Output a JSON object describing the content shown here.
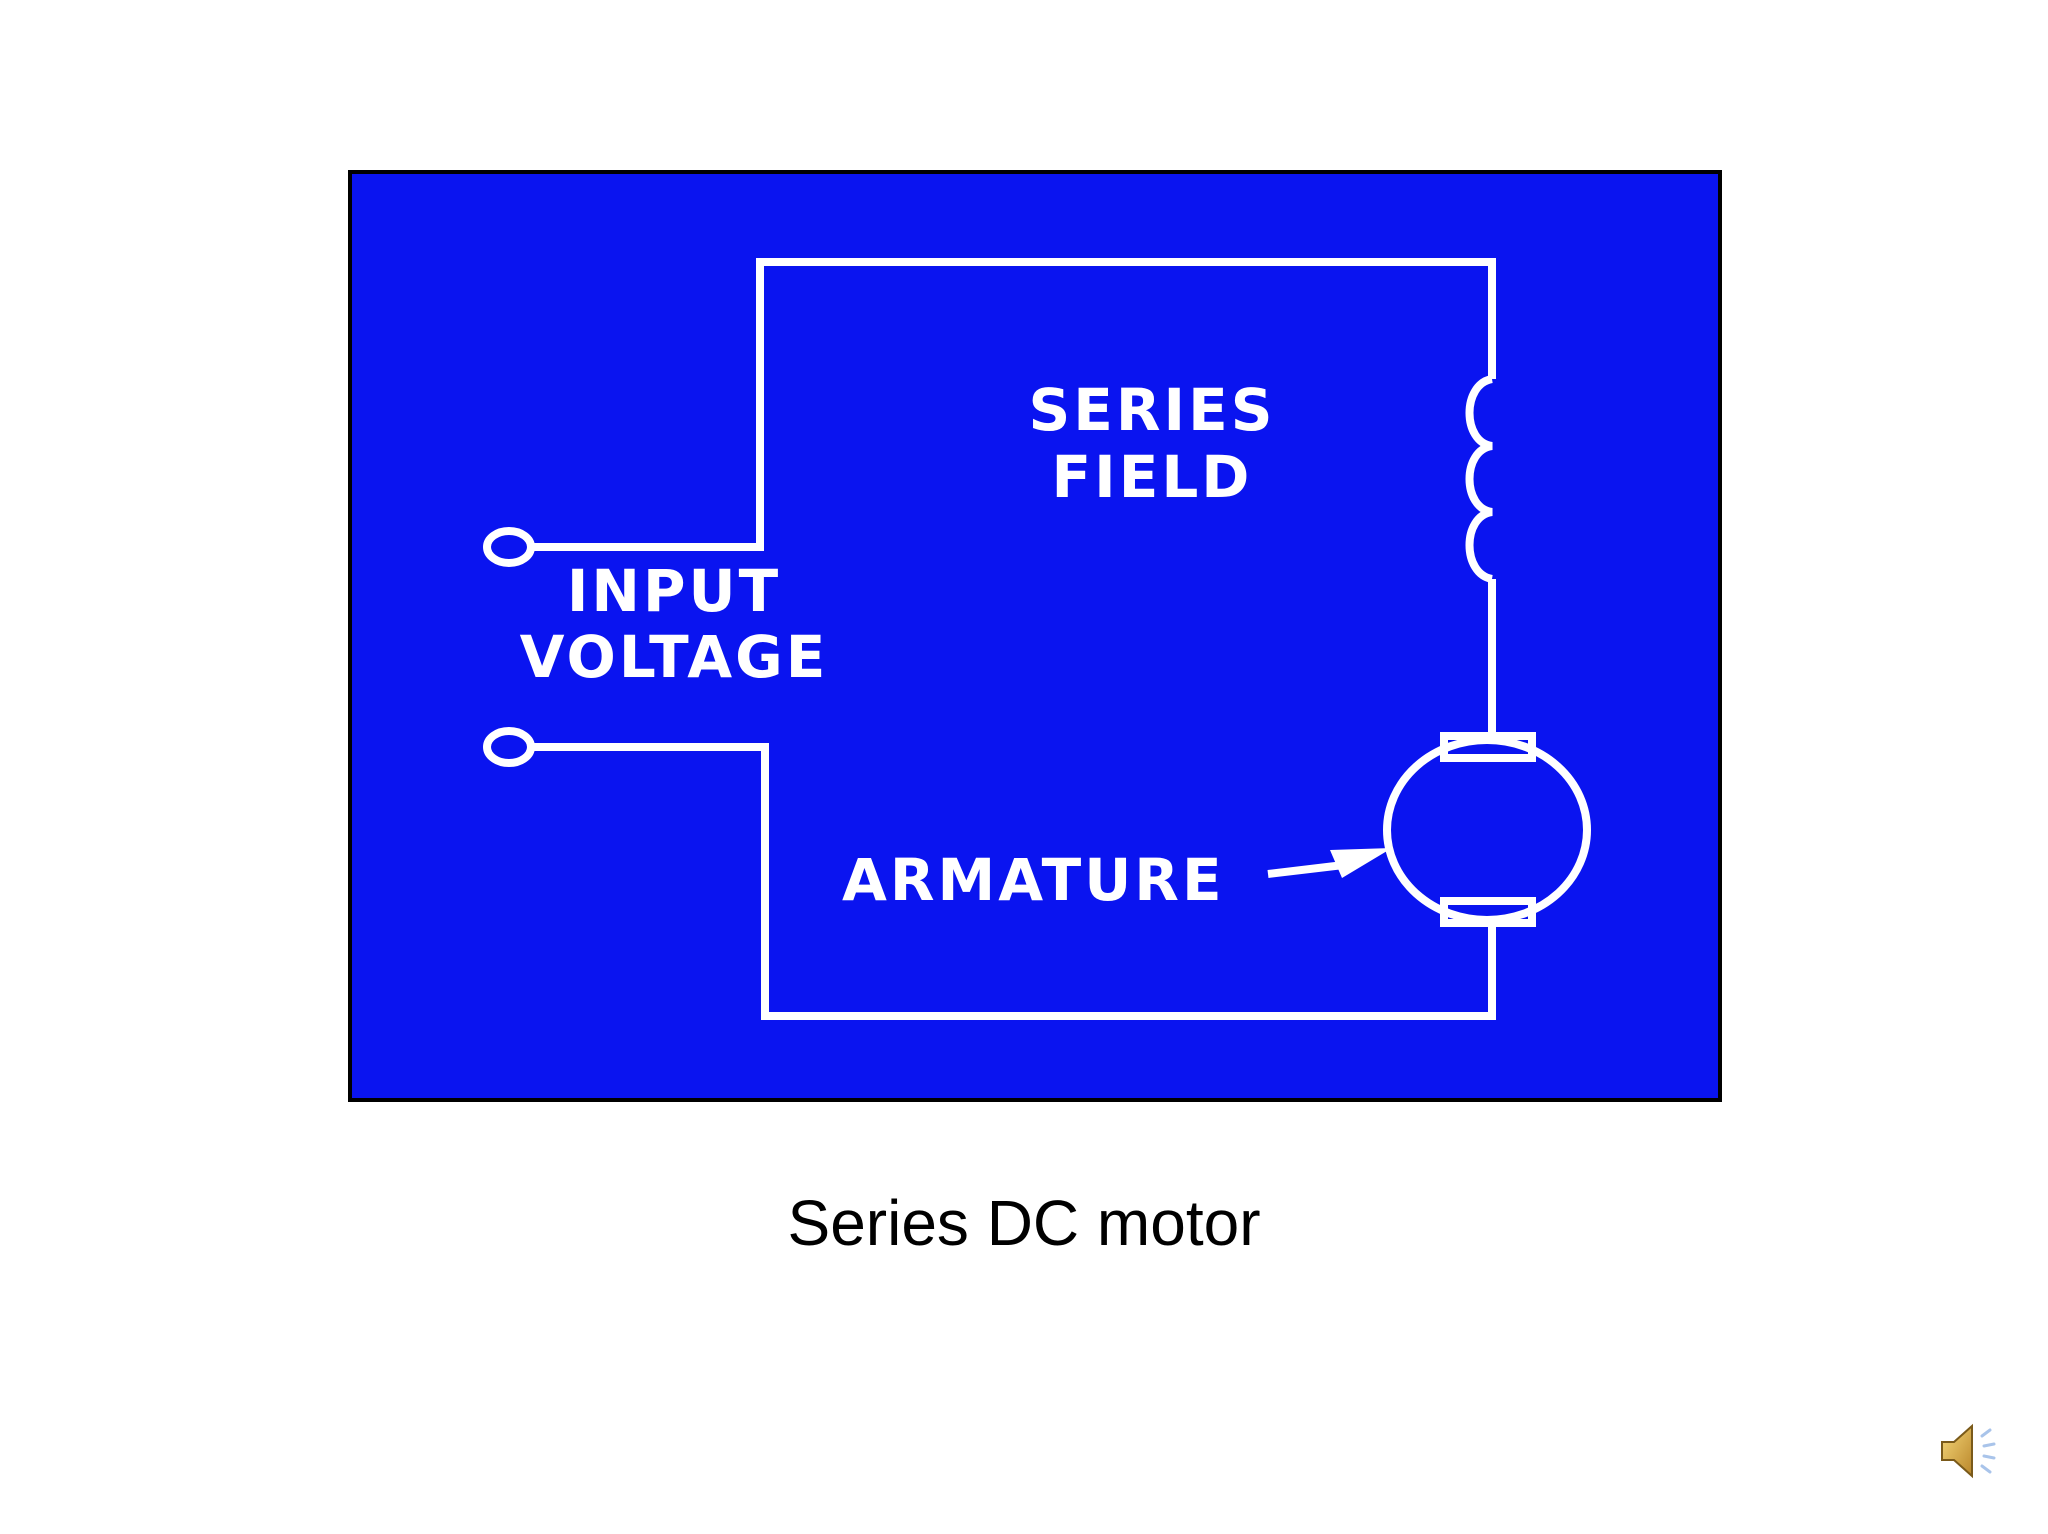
{
  "diagram": {
    "labels": {
      "series_field_line1": "SERIES",
      "series_field_line2": "FIELD",
      "input_voltage_line1": "INPUT",
      "input_voltage_line2": "VOLTAGE",
      "armature": "ARMATURE"
    },
    "colors": {
      "panel_background": "#0a14f0",
      "wire": "#ffffff",
      "border": "#000000"
    }
  },
  "caption": "Series DC motor",
  "icons": {
    "audio": "speaker-icon"
  }
}
